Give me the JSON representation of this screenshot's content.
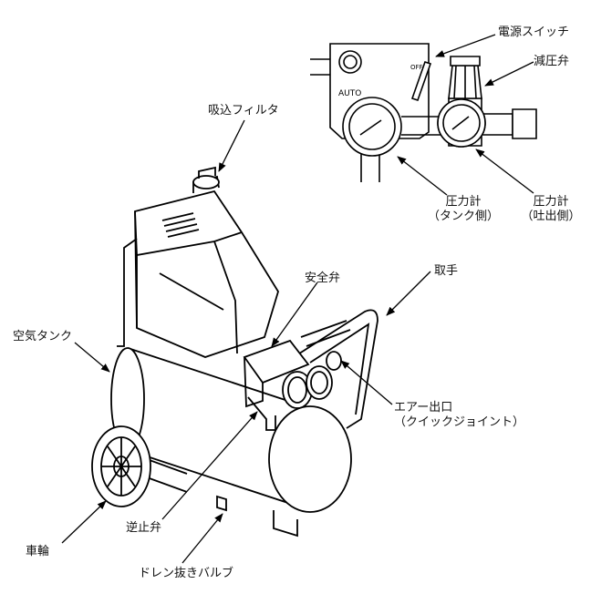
{
  "labels": {
    "power_switch": "電源スイッチ",
    "pressure_reducing_valve": "減圧弁",
    "intake_filter": "吸込フィルタ",
    "gauge_tank_line1": "圧力計",
    "gauge_tank_line2": "（タンク側）",
    "gauge_outlet_line1": "圧力計",
    "gauge_outlet_line2": "（吐出側）",
    "handle": "取手",
    "safety_valve": "安全弁",
    "air_tank": "空気タンク",
    "air_outlet_line1": "エアー出口",
    "air_outlet_line2": "（クイックジョイント）",
    "check_valve": "逆止弁",
    "wheel": "車輪",
    "drain_valve": "ドレン抜きバルブ"
  },
  "panel_marks": {
    "off": "OFF",
    "auto": "AUTO"
  }
}
